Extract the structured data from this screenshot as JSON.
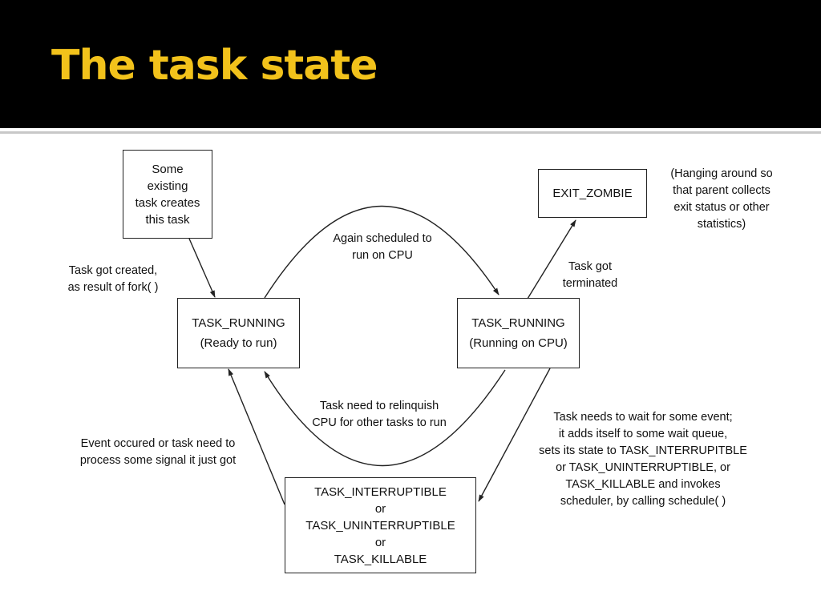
{
  "slide": {
    "title": "The task state"
  },
  "nodes": {
    "creator": [
      "Some",
      "existing",
      "task creates",
      "this task"
    ],
    "ready": [
      "TASK_RUNNING",
      "(Ready to run)"
    ],
    "running": [
      "TASK_RUNNING",
      "(Running on CPU)"
    ],
    "zombie": [
      "EXIT_ZOMBIE"
    ],
    "waiting": [
      "TASK_INTERRUPTIBLE",
      "or",
      "TASK_UNINTERRUPTIBLE",
      "or",
      "TASK_KILLABLE"
    ]
  },
  "labels": {
    "created": [
      "Task got created,",
      "as result of fork( )"
    ],
    "scheduled": [
      "Again scheduled to",
      "run on CPU"
    ],
    "relinquish": [
      "Task need to relinquish",
      "CPU for other tasks to run"
    ],
    "terminated": [
      "Task got",
      "terminated"
    ],
    "zombie_note": [
      "(Hanging around so",
      "that parent collects",
      "exit status or other",
      "statistics)"
    ],
    "wait_note": [
      "Task needs to wait for some event;",
      "it adds itself to some wait queue,",
      "sets its state to TASK_INTERRUPITBLE",
      "or TASK_UNINTERRUPTIBLE, or",
      "TASK_KILLABLE and invokes",
      "scheduler, by calling schedule( )"
    ],
    "event": [
      "Event occured or task need to",
      "process some signal it just got"
    ]
  }
}
